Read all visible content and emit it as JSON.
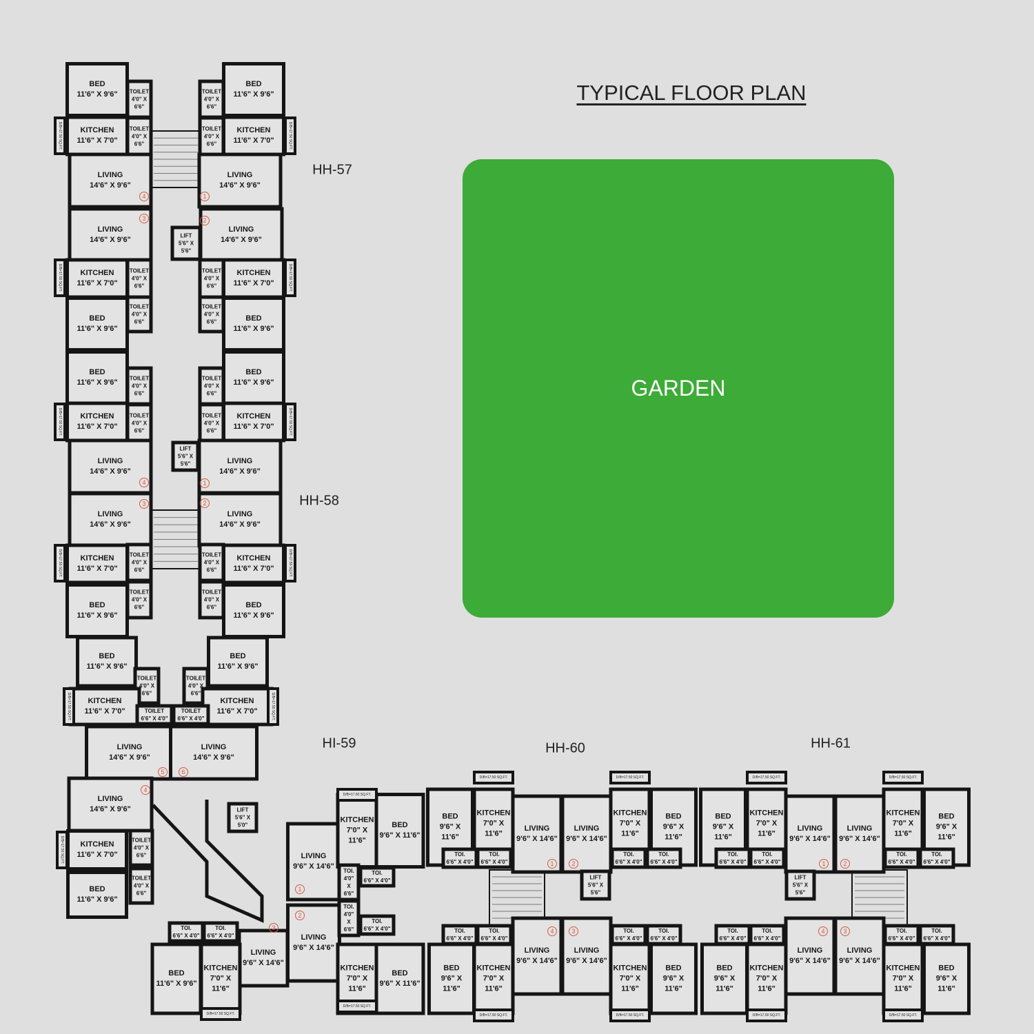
{
  "title": "TYPICAL FLOOR PLAN",
  "garden": {
    "label": "GARDEN",
    "color": "#3dab37"
  },
  "buildings": [
    "HH-57",
    "HH-58",
    "HI-59",
    "HH-60",
    "HH-61"
  ],
  "dry_balcony_label": "D/B=17.50 SQ.FT.",
  "flat_numbers": [
    "4",
    "1",
    "3",
    "2",
    "4",
    "1",
    "3",
    "2",
    "5",
    "6",
    "4",
    "3",
    "1",
    "2",
    "1",
    "2",
    "4",
    "3",
    "1",
    "2",
    "4",
    "3"
  ],
  "rooms": [
    {
      "label": "BED",
      "dims": "11'6\" X 9'6\""
    },
    {
      "label": "TOILET",
      "dims": "4'0\" X 6'6\""
    },
    {
      "label": "KITCHEN",
      "dims": "11'6\" X 7'0\""
    },
    {
      "label": "TOILET",
      "dims": "4'0\" X 6'6\""
    },
    {
      "label": "LIVING",
      "dims": "14'6\" X 9'6\""
    },
    {
      "label": "BED",
      "dims": "11'6\" X 9'6\""
    },
    {
      "label": "TOILET",
      "dims": "4'0\" X 6'6\""
    },
    {
      "label": "KITCHEN",
      "dims": "11'6\" X 7'0\""
    },
    {
      "label": "TOILET",
      "dims": "4'0\" X 6'6\""
    },
    {
      "label": "LIVING",
      "dims": "14'6\" X 9'6\""
    },
    {
      "label": "LIVING",
      "dims": "14'6\" X 9'6\""
    },
    {
      "label": "LIVING",
      "dims": "14'6\" X 9'6\""
    },
    {
      "label": "LIFT",
      "dims": "5'6\" X 5'6\""
    },
    {
      "label": "KITCHEN",
      "dims": "11'6\" X 7'0\""
    },
    {
      "label": "TOILET",
      "dims": "4'0\" X 6'6\""
    },
    {
      "label": "TOILET",
      "dims": "4'0\" X 6'6\""
    },
    {
      "label": "BED",
      "dims": "11'6\" X 9'6\""
    },
    {
      "label": "KITCHEN",
      "dims": "11'6\" X 7'0\""
    },
    {
      "label": "TOILET",
      "dims": "4'0\" X 6'6\""
    },
    {
      "label": "TOILET",
      "dims": "4'0\" X 6'6\""
    },
    {
      "label": "BED",
      "dims": "11'6\" X 9'6\""
    },
    {
      "label": "BED",
      "dims": "11'6\" X 9'6\""
    },
    {
      "label": "TOILET",
      "dims": "4'0\" X 6'6\""
    },
    {
      "label": "KITCHEN",
      "dims": "11'6\" X 7'0\""
    },
    {
      "label": "TOILET",
      "dims": "4'0\" X 6'6\""
    },
    {
      "label": "LIVING",
      "dims": "14'6\" X 9'6\""
    },
    {
      "label": "BED",
      "dims": "11'6\" X 9'6\""
    },
    {
      "label": "TOILET",
      "dims": "4'0\" X 6'6\""
    },
    {
      "label": "KITCHEN",
      "dims": "11'6\" X 7'0\""
    },
    {
      "label": "TOILET",
      "dims": "4'0\" X 6'6\""
    },
    {
      "label": "LIVING",
      "dims": "14'6\" X 9'6\""
    },
    {
      "label": "LIFT",
      "dims": "5'6\" X 5'6\""
    },
    {
      "label": "LIVING",
      "dims": "14'6\" X 9'6\""
    },
    {
      "label": "KITCHEN",
      "dims": "11'6\" X 7'0\""
    },
    {
      "label": "TOILET",
      "dims": "4'0\" X 6'6\""
    },
    {
      "label": "TOILET",
      "dims": "4'0\" X 6'6\""
    },
    {
      "label": "BED",
      "dims": "11'6\" X 9'6\""
    },
    {
      "label": "LIVING",
      "dims": "14'6\" X 9'6\""
    },
    {
      "label": "KITCHEN",
      "dims": "11'6\" X 7'0\""
    },
    {
      "label": "TOILET",
      "dims": "4'0\" X 6'6\""
    },
    {
      "label": "TOILET",
      "dims": "4'0\" X 6'6\""
    },
    {
      "label": "BED",
      "dims": "11'6\" X 9'6\""
    },
    {
      "label": "BED",
      "dims": "11'6\" X 9'6\""
    },
    {
      "label": "TOILET",
      "dims": "4'0\" X 6'6\""
    },
    {
      "label": "KITCHEN",
      "dims": "11'6\" X 7'0\""
    },
    {
      "label": "TOILET",
      "dims": "6'6\" X 4'0\""
    },
    {
      "label": "BED",
      "dims": "11'6\" X 9'6\""
    },
    {
      "label": "TOILET",
      "dims": "4'0\" X 6'6\""
    },
    {
      "label": "KITCHEN",
      "dims": "11'6\" X 7'0\""
    },
    {
      "label": "TOILET",
      "dims": "6'6\" X 4'0\""
    },
    {
      "label": "LIVING",
      "dims": "14'6\" X 9'6\""
    },
    {
      "label": "LIVING",
      "dims": "14'6\" X 9'6\""
    },
    {
      "label": "LIVING",
      "dims": "14'6\" X 9'6\""
    },
    {
      "label": "KITCHEN",
      "dims": "11'6\" X 7'0\""
    },
    {
      "label": "TOILET",
      "dims": "4'0\" X 6'6\""
    },
    {
      "label": "TOILET",
      "dims": "4'0\" X 6'6\""
    },
    {
      "label": "BED",
      "dims": "11'6\" X 9'6\""
    },
    {
      "label": "LIFT",
      "dims": "5'6\" X 5'0\""
    },
    {
      "label": "TOI.",
      "dims": "6'6\" X 4'0\""
    },
    {
      "label": "TOI.",
      "dims": "6'6\" X 4'0\""
    },
    {
      "label": "LIVING",
      "dims": "9'6\" X 14'6\""
    },
    {
      "label": "BED",
      "dims": "11'6\" X 9'6\""
    },
    {
      "label": "KITCHEN",
      "dims": "7'0\" X 11'6\""
    },
    {
      "label": "LIVING",
      "dims": "9'6\" X 14'6\""
    },
    {
      "label": "LIVING",
      "dims": "9'6\" X 14'6\""
    },
    {
      "label": "KITCHEN",
      "dims": "7'0\" X 11'6\""
    },
    {
      "label": "BED",
      "dims": "9'6\" X 11'6\""
    },
    {
      "label": "TOI.",
      "dims": "4'0\" X 6'6\""
    },
    {
      "label": "TOI.",
      "dims": "6'6\" X 4'0\""
    },
    {
      "label": "TOI.",
      "dims": "4'0\" X 6'6\""
    },
    {
      "label": "TOI.",
      "dims": "6'6\" X 4'0\""
    },
    {
      "label": "KITCHEN",
      "dims": "7'0\" X 11'6\""
    },
    {
      "label": "BED",
      "dims": "9'6\" X 11'6\""
    },
    {
      "label": "BED",
      "dims": "9'6\" X 11'6\""
    },
    {
      "label": "KITCHEN",
      "dims": "7'0\" X 11'6\""
    },
    {
      "label": "LIVING",
      "dims": "9'6\" X 14'6\""
    },
    {
      "label": "LIVING",
      "dims": "9'6\" X 14'6\""
    },
    {
      "label": "KITCHEN",
      "dims": "7'0\" X 11'6\""
    },
    {
      "label": "BED",
      "dims": "9'6\" X 11'6\""
    },
    {
      "label": "TOI.",
      "dims": "6'6\" X 4'0\""
    },
    {
      "label": "TOI.",
      "dims": "6'6\" X 4'0\""
    },
    {
      "label": "TOI.",
      "dims": "6'6\" X 4'0\""
    },
    {
      "label": "TOI.",
      "dims": "6'6\" X 4'0\""
    },
    {
      "label": "TOI.",
      "dims": "6'6\" X 4'0\""
    },
    {
      "label": "TOI.",
      "dims": "6'6\" X 4'0\""
    },
    {
      "label": "TOI.",
      "dims": "6'6\" X 4'0\""
    },
    {
      "label": "TOI.",
      "dims": "6'6\" X 4'0\""
    },
    {
      "label": "BED",
      "dims": "9'6\" X 11'6\""
    },
    {
      "label": "KITCHEN",
      "dims": "7'0\" X 11'6\""
    },
    {
      "label": "LIVING",
      "dims": "9'6\" X 14'6\""
    },
    {
      "label": "LIVING",
      "dims": "9'6\" X 14'6\""
    },
    {
      "label": "KITCHEN",
      "dims": "7'0\" X 11'6\""
    },
    {
      "label": "BED",
      "dims": "9'6\" X 11'6\""
    },
    {
      "label": "BED",
      "dims": "9'6\" X 11'6\""
    },
    {
      "label": "KITCHEN",
      "dims": "7'0\" X 11'6\""
    },
    {
      "label": "LIVING",
      "dims": "9'6\" X 14'6\""
    },
    {
      "label": "LIVING",
      "dims": "9'6\" X 14'6\""
    },
    {
      "label": "KITCHEN",
      "dims": "7'0\" X 11'6\""
    },
    {
      "label": "BED",
      "dims": "9'6\" X 11'6\""
    },
    {
      "label": "TOI.",
      "dims": "6'6\" X 4'0\""
    },
    {
      "label": "TOI.",
      "dims": "6'6\" X 4'0\""
    },
    {
      "label": "TOI.",
      "dims": "6'6\" X 4'0\""
    },
    {
      "label": "TOI.",
      "dims": "6'6\" X 4'0\""
    },
    {
      "label": "TOI.",
      "dims": "6'6\" X 4'0\""
    },
    {
      "label": "TOI.",
      "dims": "6'6\" X 4'0\""
    },
    {
      "label": "TOI.",
      "dims": "6'6\" X 4'0\""
    },
    {
      "label": "TOI.",
      "dims": "6'6\" X 4'0\""
    },
    {
      "label": "BED",
      "dims": "9'6\" X 11'6\""
    },
    {
      "label": "KITCHEN",
      "dims": "7'0\" X 11'6\""
    },
    {
      "label": "LIVING",
      "dims": "9'6\" X 14'6\""
    },
    {
      "label": "LIVING",
      "dims": "9'6\" X 14'6\""
    },
    {
      "label": "KITCHEN",
      "dims": "7'0\" X 11'6\""
    },
    {
      "label": "BED",
      "dims": "9'6\" X 11'6\""
    },
    {
      "label": "LIFT",
      "dims": "5'6\" X 5'6\""
    },
    {
      "label": "LIFT",
      "dims": "5'6\" X 5'6\""
    }
  ]
}
